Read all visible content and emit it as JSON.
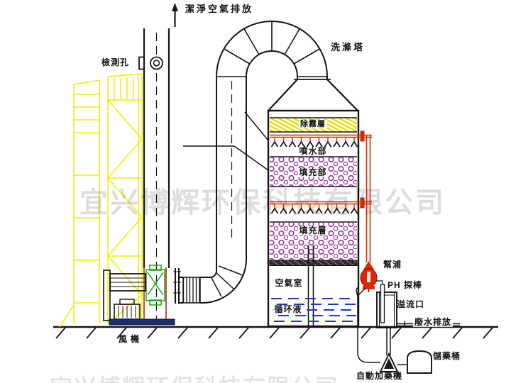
{
  "watermark": {
    "text": "宜兴博辉环保科技有限公司"
  },
  "labels": {
    "clean_air_outlet": "潔淨空氣排放",
    "inspection_port": "檢測孔",
    "scrubber_tower": "洗滌塔",
    "demister_layer": "除霧層",
    "spray_section": "噴水部",
    "packing_section_upper": "填充部",
    "packing_layer_lower": "填充層",
    "air_chamber": "空氣室",
    "circulating_liquid": "循环液",
    "pump": "幫浦",
    "ph_probe": "PH 探棒",
    "overflow_port": "溢流口",
    "wastewater_discharge": "廢水排放",
    "chemical_tank": "儲藥桶",
    "auto_dosing_machine": "自動加藥機",
    "fan": "風機"
  },
  "colors": {
    "line": "#1a1a1a",
    "ladder_yellow": "#f0ee00",
    "demister_yellow": "#e3df00",
    "packing_purple": "#993399",
    "pipe_red": "#e02800",
    "stack_base_red": "#c23b2a",
    "fan_green": "#1ea51e",
    "water_blue": "#2636c8",
    "base_navy": "#1c2e72"
  }
}
